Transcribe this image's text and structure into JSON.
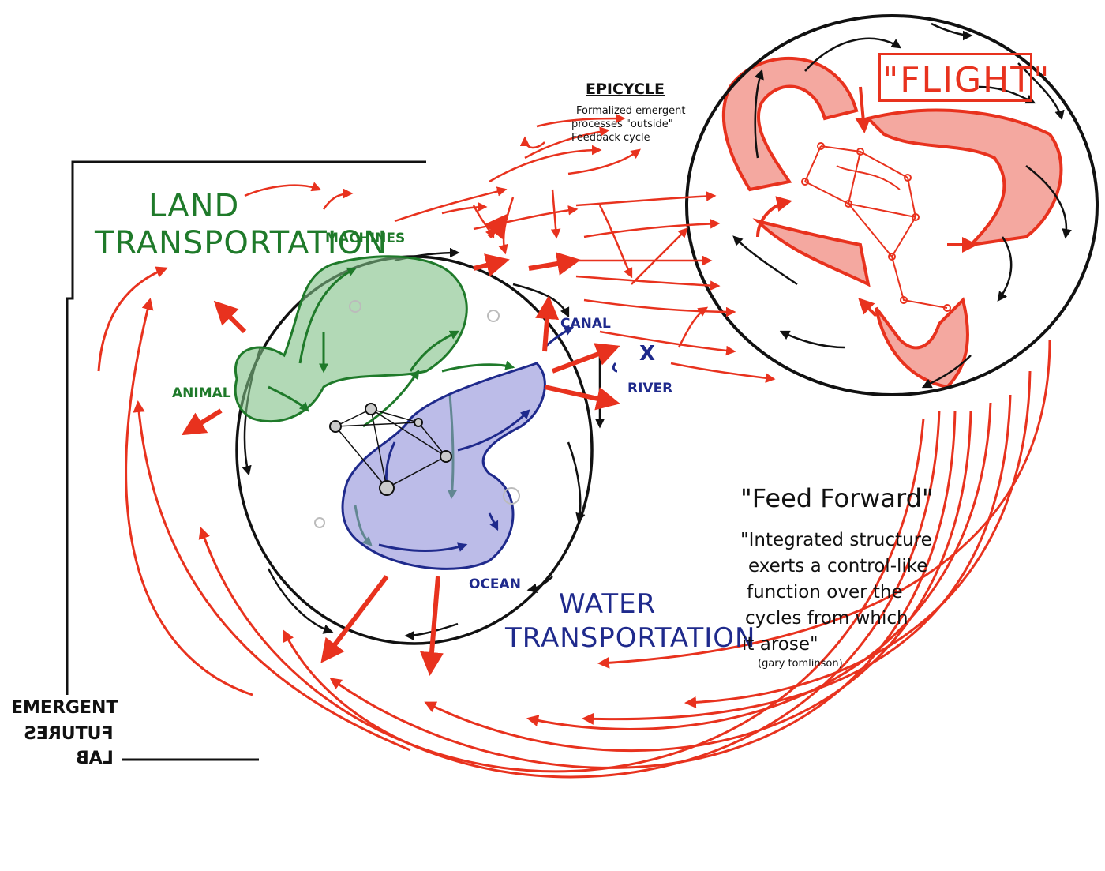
{
  "diagram": {
    "land_title_line1": "LAND",
    "land_title_line2": "TRANSPORTATION",
    "machines_label": "MACHINES",
    "animal_label": "ANIMAL",
    "canal_label": "CANAL",
    "river_label": "RIVER",
    "ocean_label": "OCEAN",
    "water_title_line1": "WATER",
    "water_title_line2": "TRANSPORTATION",
    "x_mark": "X",
    "flight_label": "\"FLIGHT\"",
    "epicycle_title": "EPICYCLE",
    "epicycle_note_line1": "Formalized emergent",
    "epicycle_note_line2": "processes \"outside\"",
    "epicycle_note_line3": "Feedback cycle",
    "feed_forward_title": "\"Feed Forward\"",
    "feed_forward_line1": "\"Integrated structure",
    "feed_forward_line2": "exerts a control-like",
    "feed_forward_line3": "function over the",
    "feed_forward_line4": "cycles from which",
    "feed_forward_line5": "it arose\"",
    "feed_forward_credit": "(gary tomlinson)"
  },
  "logo": {
    "line1": "EMERGENT",
    "line2": "FUTURES",
    "line3": "LAB"
  },
  "colors": {
    "red": "#e8321e",
    "red_fill": "#f4a8a0",
    "green": "#1f7a2a",
    "green_fill": "#7fbf86",
    "blue": "#1f2a8c",
    "blue_fill": "#8f90d8",
    "black": "#111111",
    "gray": "#bbbbbb"
  }
}
